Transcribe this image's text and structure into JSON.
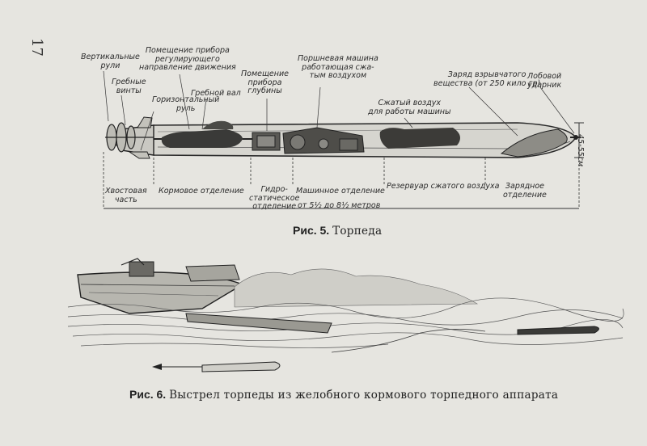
{
  "page": {
    "number": "17"
  },
  "figure5": {
    "caption_label": "Рис. 5.",
    "caption_text": "Торпеда",
    "top_labels": {
      "vertical_rudders": "Вертикальные\nрули",
      "device_room": "Помещение прибора\nрегулирующего\nнаправление движения",
      "propellers": "Гребные\nвинты",
      "horizontal_rudder": "Горизонтальный\nруль",
      "propeller_shaft": "Гребной вал",
      "depth_device": "Помещение\nприбора\nглубины",
      "piston_engine": "Поршневая машина\nработающая сжа-\nтым воздухом",
      "compressed_air": "Сжатый воздух\nдля работы машины",
      "explosive_charge": "Заряд взрывчатого\nвещества (от 250 кило гр)",
      "front_striker": "Лобовой\nударник"
    },
    "bottom_labels": {
      "tail_section": "Хвостовая\nчасть",
      "stern_section": "Кормовое отделение",
      "hydrostatic_section": "Гидро-\nстатическое\nотделение",
      "machine_section": "Машинное отделение",
      "air_reservoir": "Резервуар сжатого воздуха",
      "charge_section": "Зарядное\nотделение",
      "length_note": "от 5½ до 8½ метров",
      "diameter_note": "45-55см"
    }
  },
  "figure6": {
    "caption_label": "Рис. 6.",
    "caption_text": "Выстрел торпеды из желобного кормового торпедного аппарата"
  }
}
